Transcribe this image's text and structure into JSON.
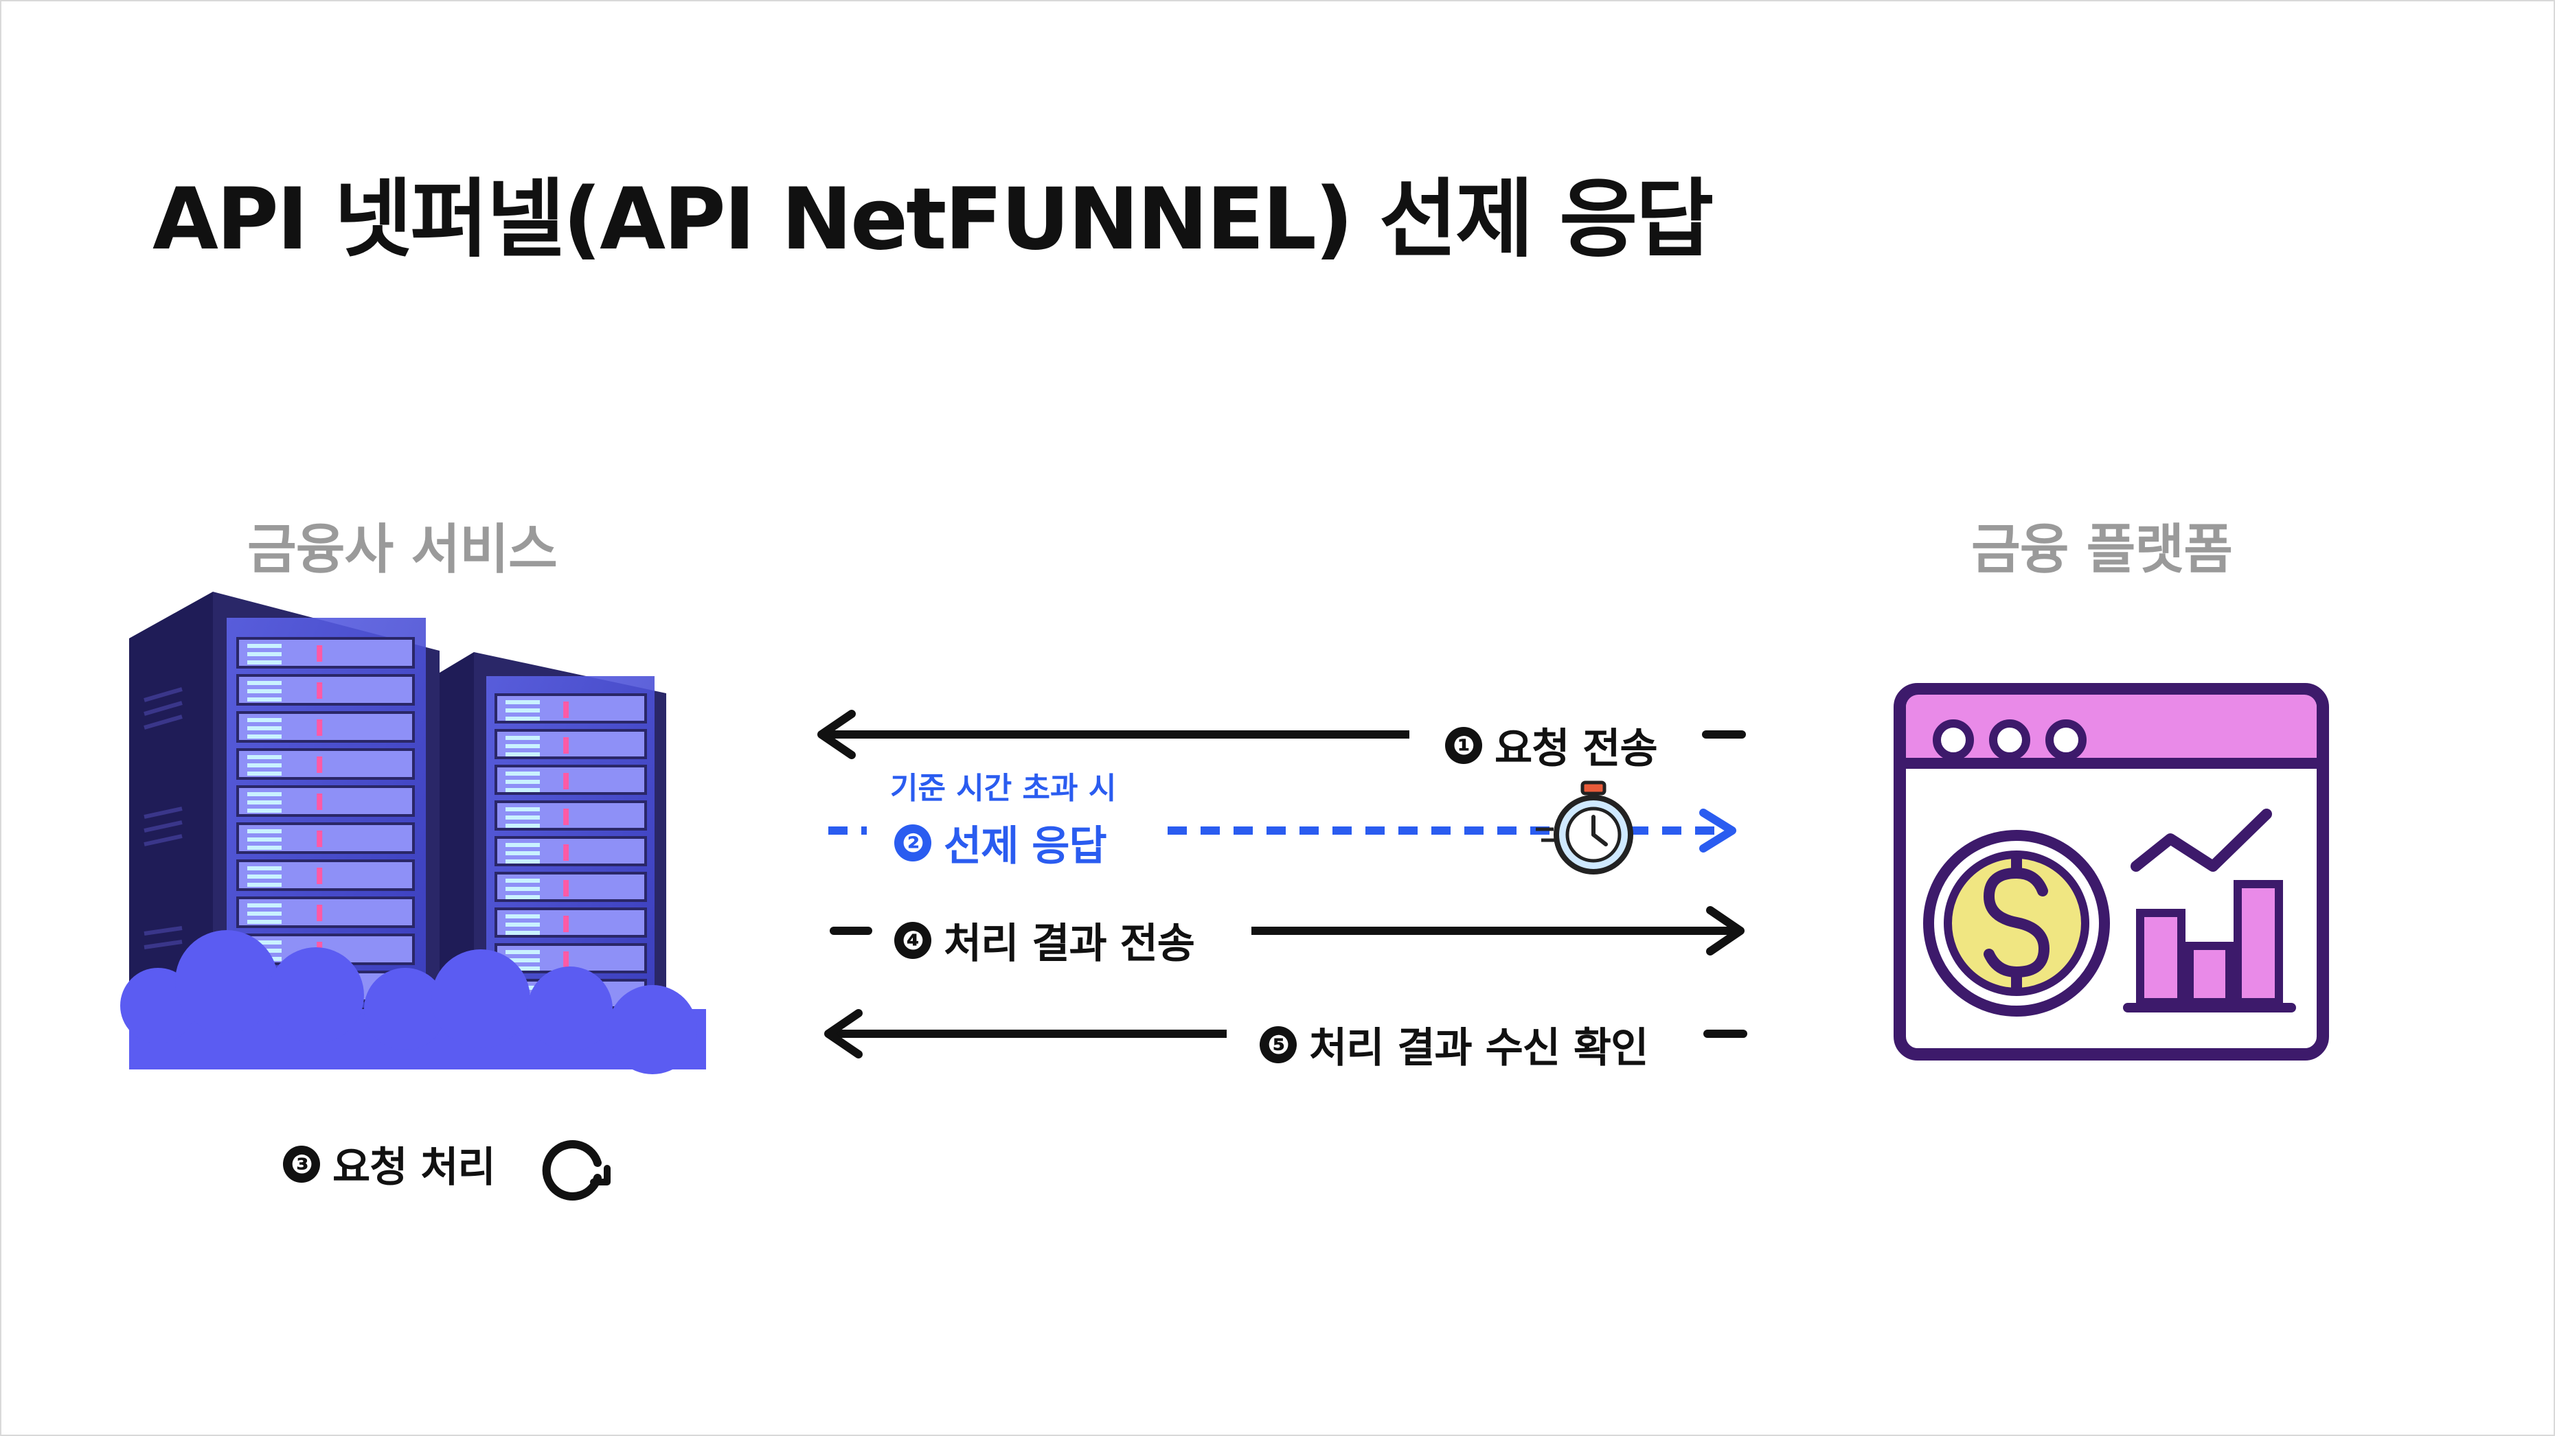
{
  "title": "API 넷퍼넬(API NetFUNNEL) 선제 응답",
  "left_node": {
    "label": "금융사 서비스"
  },
  "right_node": {
    "label": "금융 플랫폼"
  },
  "flows": [
    {
      "number": "❶",
      "text": "요청 전송"
    },
    {
      "number": "❷",
      "text": "선제 응답",
      "caption": "기준 시간 초과 시"
    },
    {
      "number": "❹",
      "text": "처리 결과 전송"
    },
    {
      "number": "❺",
      "text": "처리 결과 수신 확인"
    }
  ],
  "server_step": {
    "number": "❸",
    "text": "요청 처리"
  },
  "colors": {
    "accent_blue": "#2a5cf0",
    "server_dark": "#23205e",
    "server_glow": "#7a7cf5",
    "cloud": "#5b5cf2",
    "platform_header": "#e98ae8",
    "platform_outline": "#3d1a6b",
    "coin": "#f0e682"
  },
  "icons": [
    "server-rack-icon",
    "stopwatch-icon",
    "refresh-icon",
    "financial-dashboard-icon"
  ]
}
